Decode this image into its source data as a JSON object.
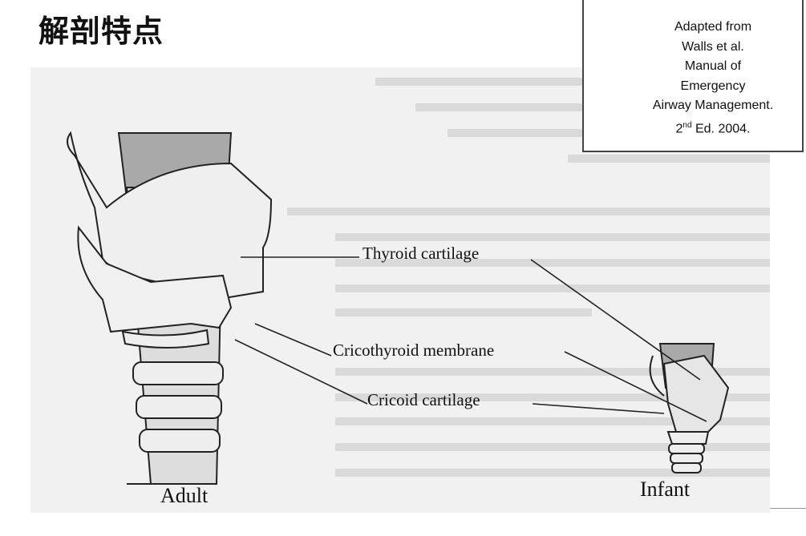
{
  "title": "解剖特点",
  "citation": {
    "lines": [
      "Adapted from",
      "Walls et al.",
      "Manual of",
      "Emergency",
      "Airway Management."
    ],
    "edition_num": "2",
    "edition_sup": "nd",
    "edition_rest": " Ed. 2004."
  },
  "labels": {
    "thyroid": "Thyroid cartilage",
    "cricothyroid": "Cricothyroid membrane",
    "cricoid": "Cricoid cartilage",
    "adult": "Adult",
    "infant": "Infant"
  }
}
